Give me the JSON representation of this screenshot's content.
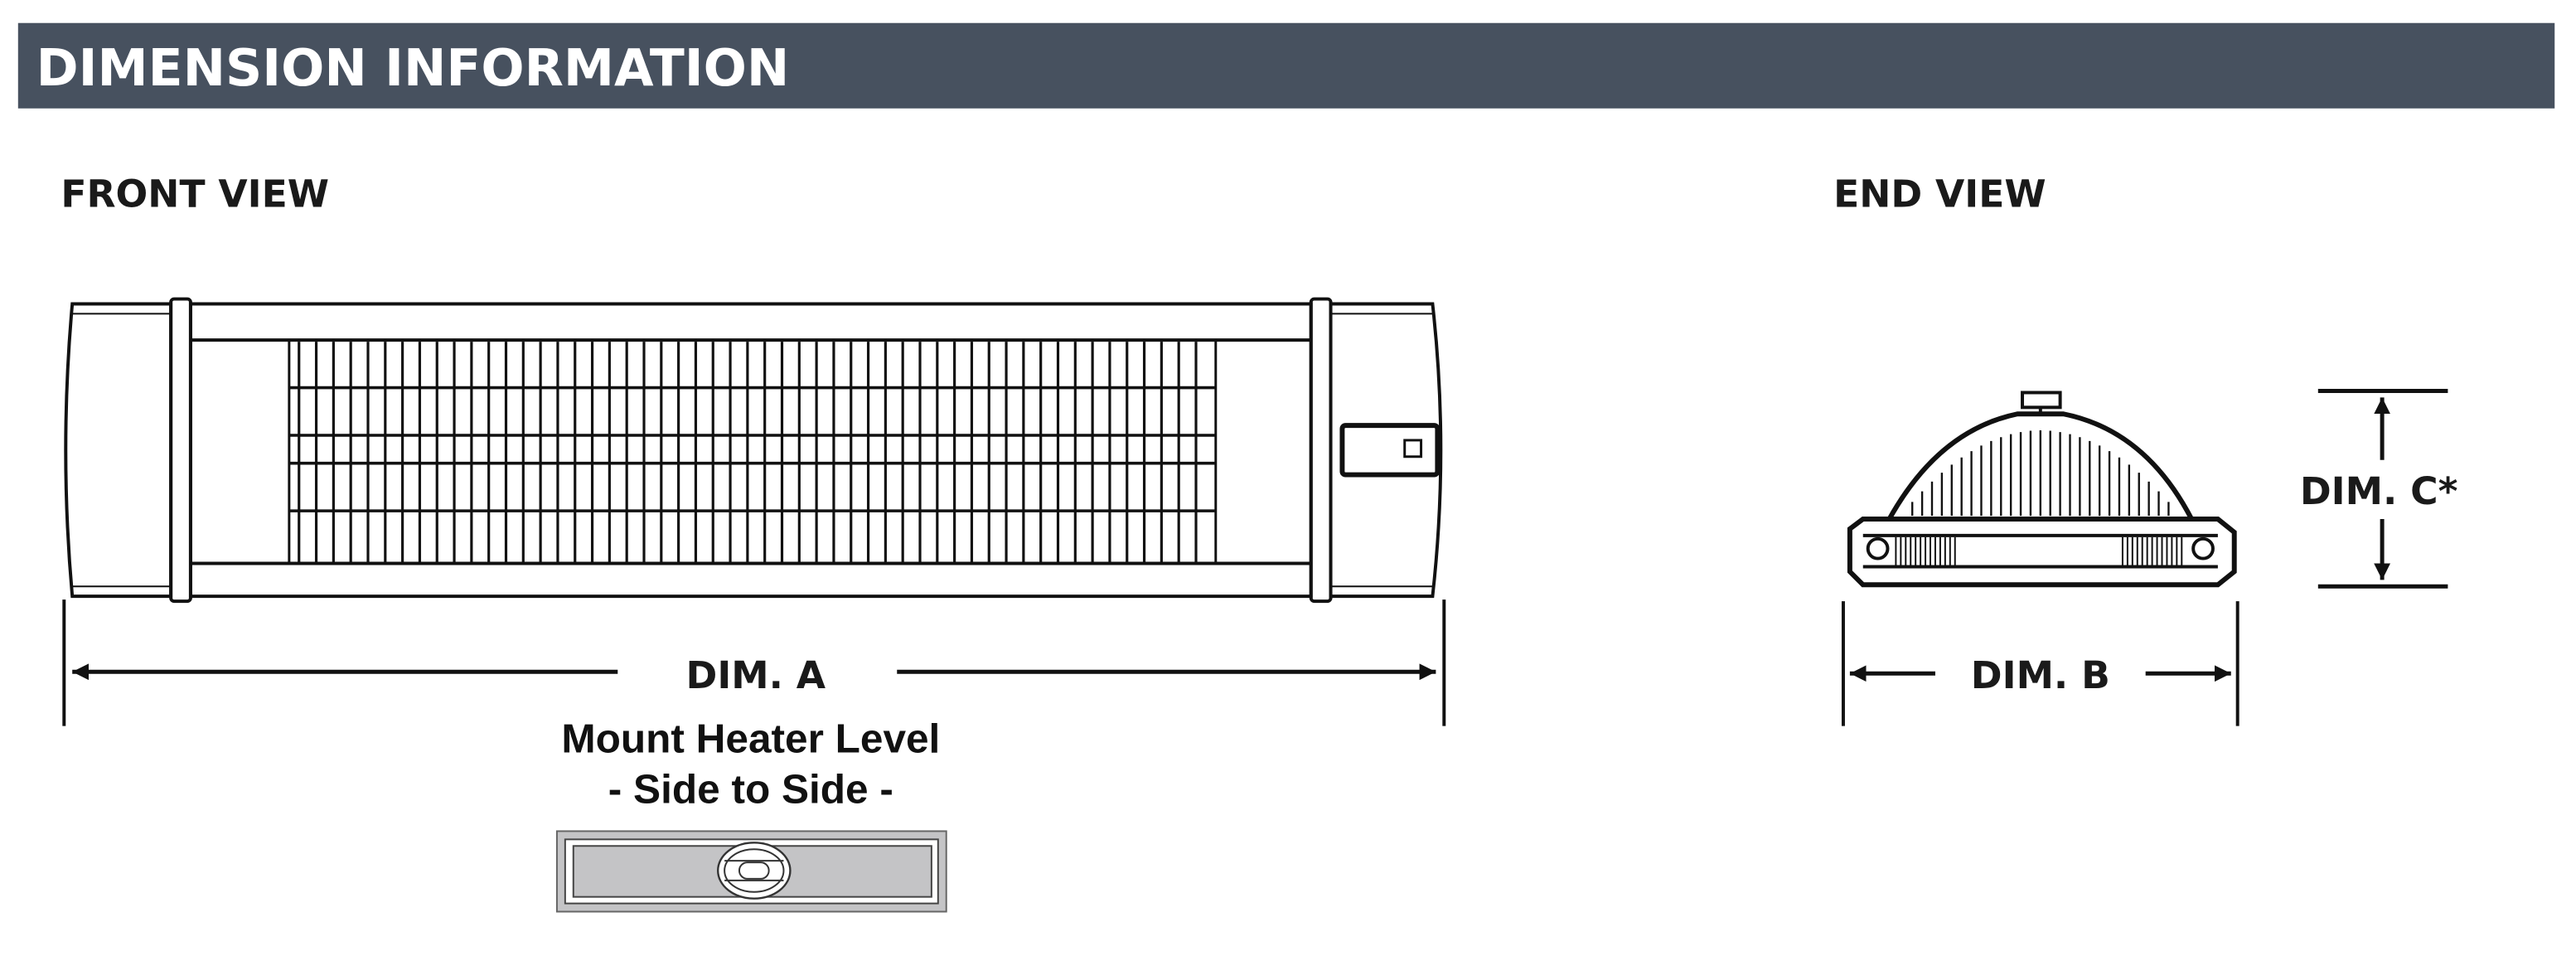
{
  "header": {
    "title": "DIMENSION INFORMATION",
    "color": "#47515f"
  },
  "front_view": {
    "label": "FRONT VIEW",
    "dim_label": "DIM. A",
    "mount_note_line1": "Mount Heater Level",
    "mount_note_line2": "- Side to Side -"
  },
  "end_view": {
    "label": "END VIEW",
    "dim_b_label": "DIM. B",
    "dim_c_label": "DIM. C*"
  }
}
